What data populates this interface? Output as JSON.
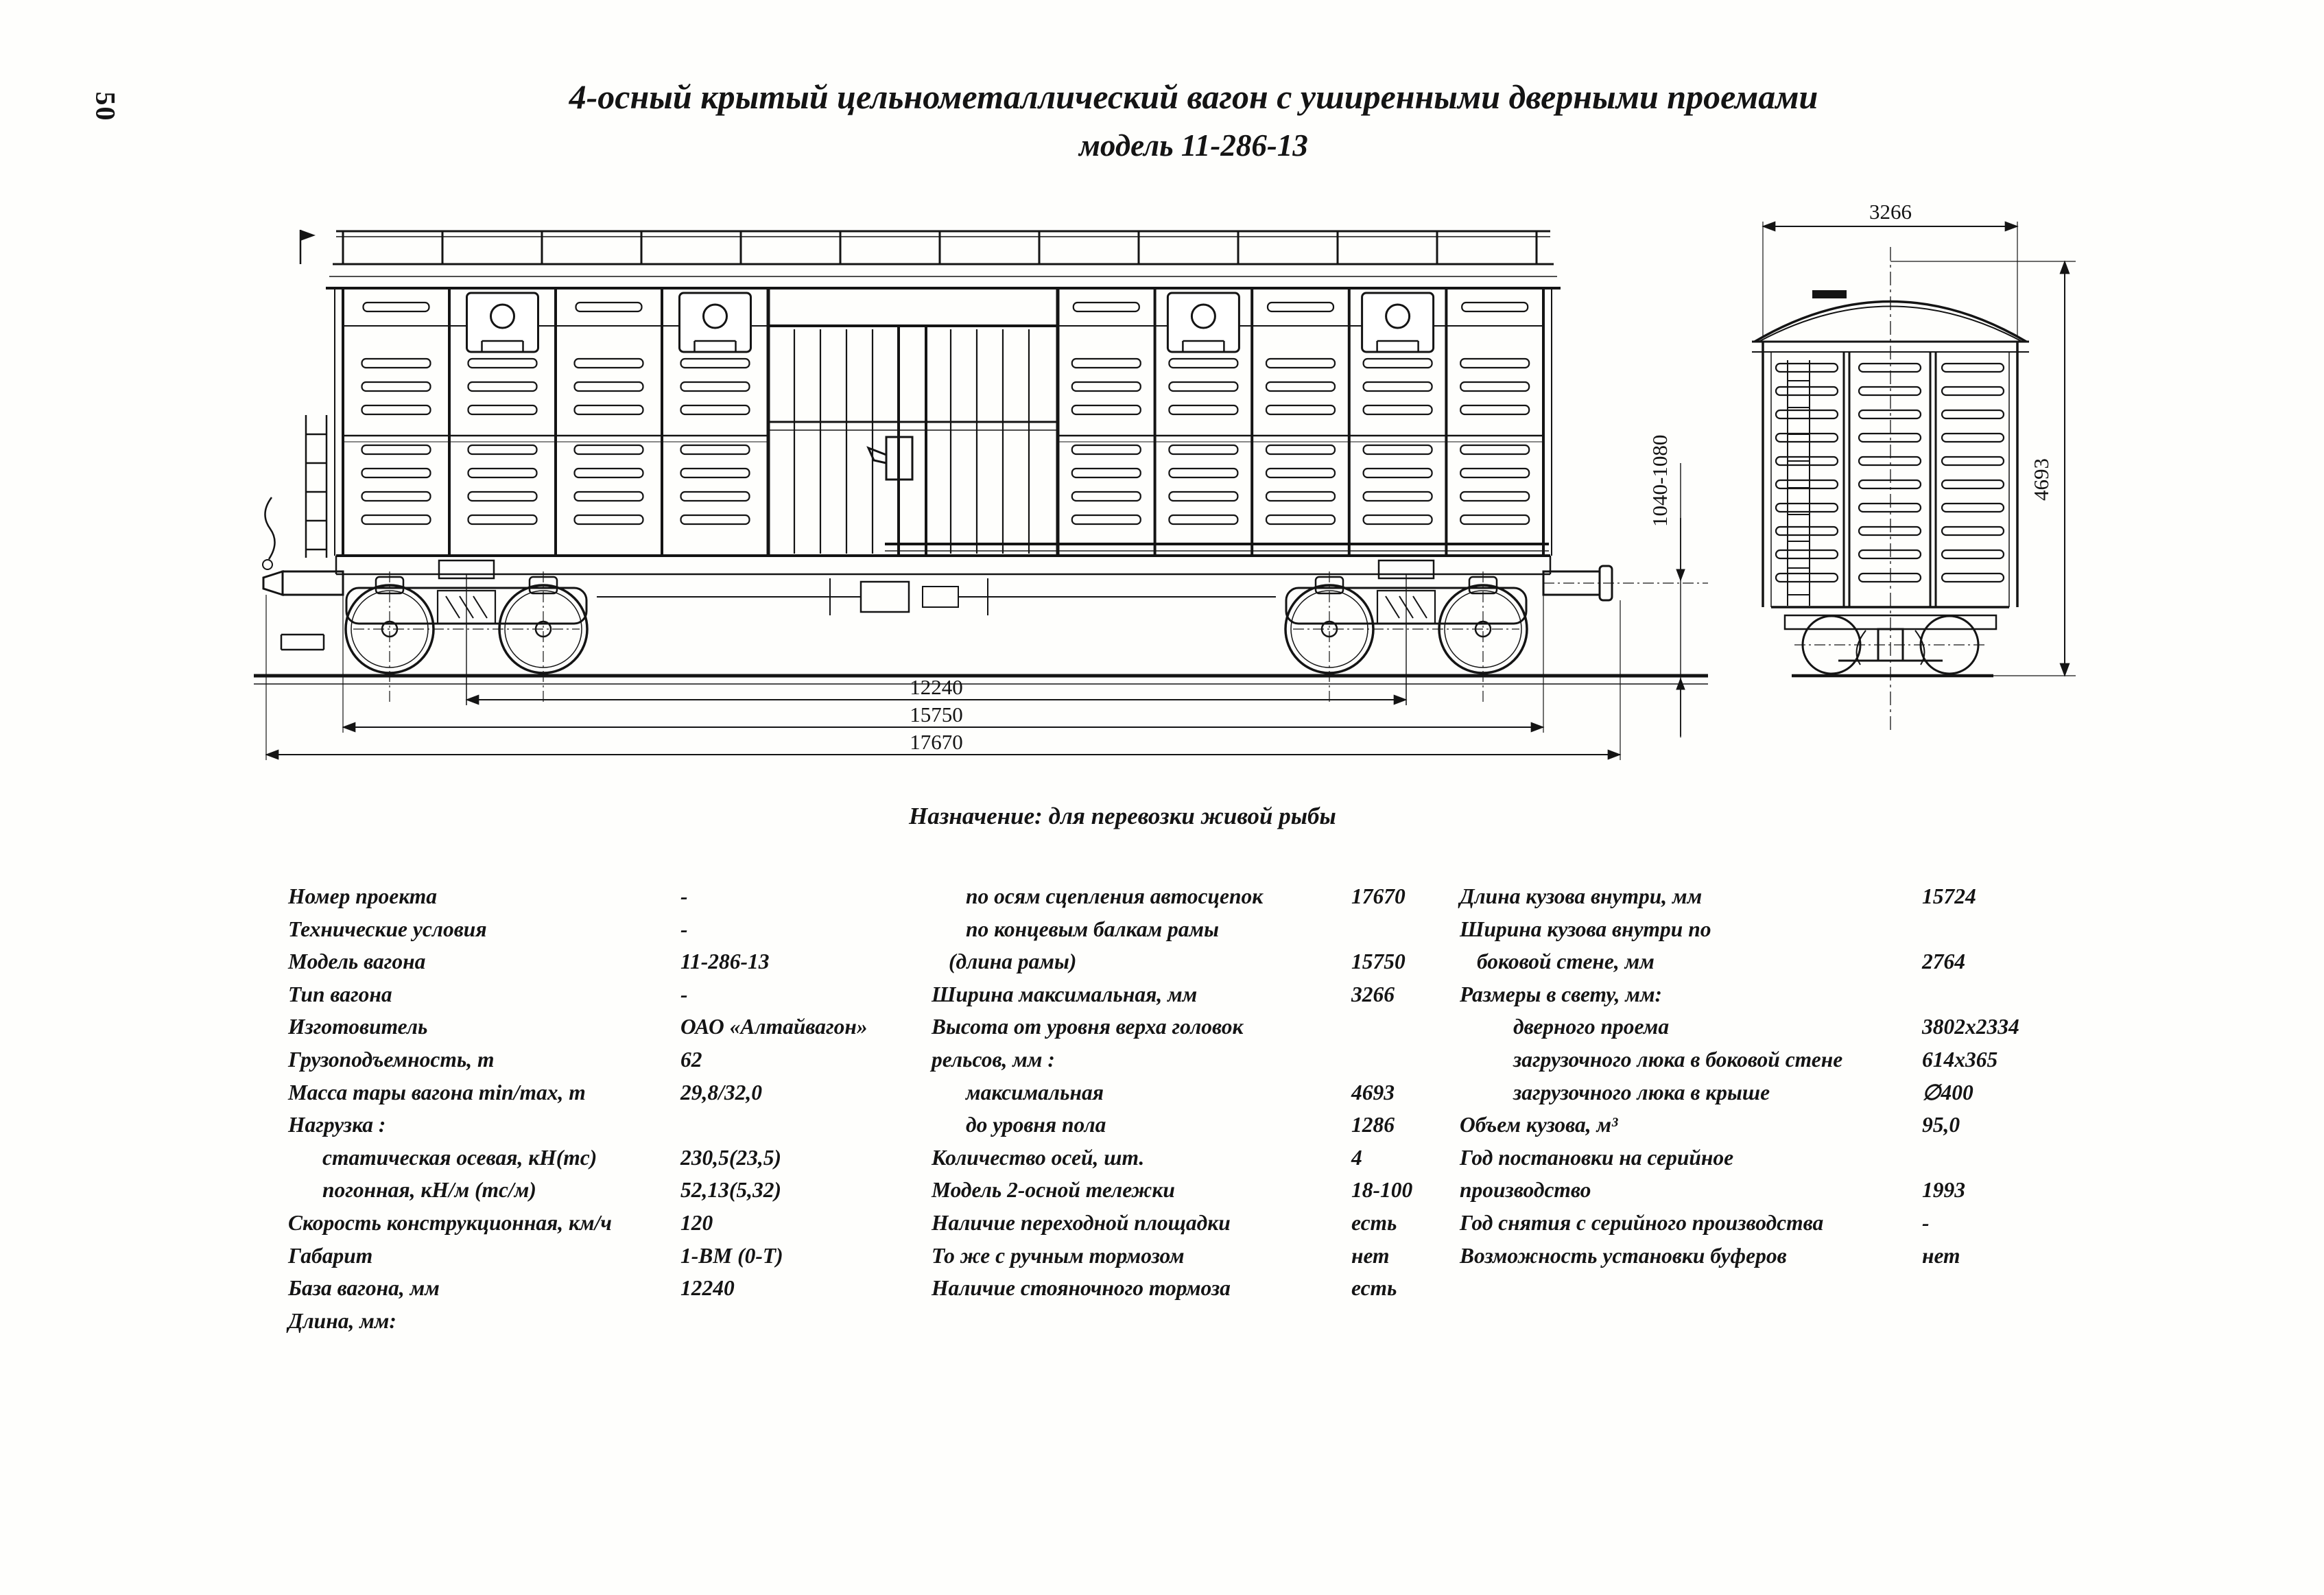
{
  "page_number": "50",
  "title": {
    "line1": "4-осный крытый цельнометаллический вагон с уширенными дверными проемами",
    "line2": "модель 11-286-13"
  },
  "purpose": "Назначение: для перевозки живой рыбы",
  "drawing": {
    "side_view": {
      "dim_bogie_base": "12240",
      "dim_frame_length": "15750",
      "dim_coupler_length": "17670",
      "dim_coupler_height": "1040-1080"
    },
    "end_view": {
      "dim_width": "3266",
      "dim_height": "4693"
    }
  },
  "specs": {
    "col1": [
      {
        "label": "Номер проекта",
        "value": "-"
      },
      {
        "label": "Технические условия",
        "value": "-"
      },
      {
        "label": "Модель вагона",
        "value": "11-286-13"
      },
      {
        "label": "Тип вагона",
        "value": "-"
      },
      {
        "label": "Изготовитель",
        "value": "ОАО «Алтайвагон»"
      },
      {
        "label": "Грузоподъемность, т",
        "value": "62"
      },
      {
        "label": "Масса тары вагона min/max, т",
        "value": "29,8/32,0"
      },
      {
        "label": "Нагрузка :",
        "value": ""
      },
      {
        "label": "статическая осевая, кН(тс)",
        "value": "230,5(23,5)",
        "indent": 2
      },
      {
        "label": "погонная, кН/м (тс/м)",
        "value": "52,13(5,32)",
        "indent": 2
      },
      {
        "label": "Скорость конструкционная, км/ч",
        "value": "120"
      },
      {
        "label": "Габарит",
        "value": "1-ВМ (0-Т)"
      },
      {
        "label": "База вагона, мм",
        "value": "12240"
      },
      {
        "label": "Длина, мм:",
        "value": ""
      }
    ],
    "col2": [
      {
        "label": "по осям сцепления автосцепок",
        "value": "17670",
        "indent": 2
      },
      {
        "label": "по концевым балкам рамы",
        "value": "",
        "indent": 2
      },
      {
        "label": "(длина рамы)",
        "value": "15750",
        "indent": 1
      },
      {
        "label": "Ширина максимальная, мм",
        "value": "3266"
      },
      {
        "label": "Высота от уровня верха головок",
        "value": ""
      },
      {
        "label": "рельсов, мм :",
        "value": ""
      },
      {
        "label": "максимальная",
        "value": "4693",
        "indent": 2
      },
      {
        "label": "до уровня пола",
        "value": "1286",
        "indent": 2
      },
      {
        "label": "Количество осей, шт.",
        "value": "4"
      },
      {
        "label": "Модель 2-осной тележки",
        "value": "18-100"
      },
      {
        "label": "Наличие переходной площадки",
        "value": "есть"
      },
      {
        "label": "То же с ручным тормозом",
        "value": "нет"
      },
      {
        "label": "Наличие стояночного тормоза",
        "value": "есть"
      }
    ],
    "col3": [
      {
        "label": "Длина кузова внутри, мм",
        "value": "15724"
      },
      {
        "label": "Ширина кузова внутри по",
        "value": ""
      },
      {
        "label": "боковой стене, мм",
        "value": "2764",
        "indent": 1
      },
      {
        "label": "Размеры в свету, мм:",
        "value": ""
      },
      {
        "label": "дверного проема",
        "value": "3802х2334",
        "indent": 3
      },
      {
        "label": "загрузочного люка в боковой стене",
        "value": "614х365",
        "indent": 3
      },
      {
        "label": "загрузочного люка в крыше",
        "value": "∅400",
        "indent": 3
      },
      {
        "label": "Объем кузова, м³",
        "value": "95,0"
      },
      {
        "label": "Год постановки на серийное",
        "value": ""
      },
      {
        "label": "производство",
        "value": "1993"
      },
      {
        "label": "Год снятия с серийного производства",
        "value": "-"
      },
      {
        "label": "Возможность установки буферов",
        "value": "нет"
      }
    ]
  }
}
